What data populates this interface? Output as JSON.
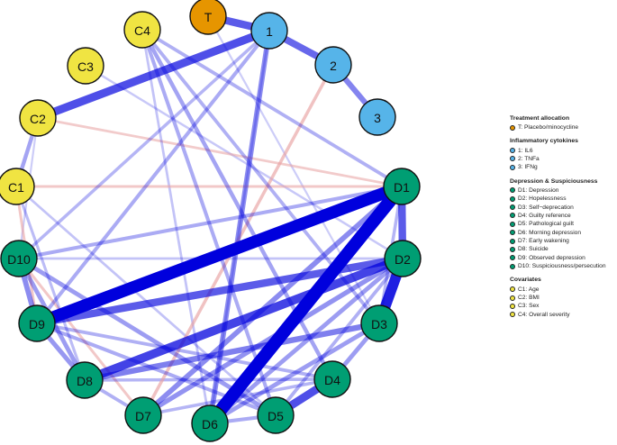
{
  "colors": {
    "treatment": "#E69500",
    "cytokine": "#56B4E9",
    "symptom": "#009E73",
    "covariate": "#F0E442",
    "edge_positive": "#0000DD",
    "edge_negative": "#E8A0A0",
    "node_stroke": "#111111"
  },
  "nodes": [
    {
      "id": "T",
      "label": "T",
      "group": "treatment"
    },
    {
      "id": "1",
      "label": "1",
      "group": "cytokine"
    },
    {
      "id": "2",
      "label": "2",
      "group": "cytokine"
    },
    {
      "id": "3",
      "label": "3",
      "group": "cytokine"
    },
    {
      "id": "D1",
      "label": "D1",
      "group": "symptom"
    },
    {
      "id": "D2",
      "label": "D2",
      "group": "symptom"
    },
    {
      "id": "D3",
      "label": "D3",
      "group": "symptom"
    },
    {
      "id": "D4",
      "label": "D4",
      "group": "symptom"
    },
    {
      "id": "D5",
      "label": "D5",
      "group": "symptom"
    },
    {
      "id": "D6",
      "label": "D6",
      "group": "symptom"
    },
    {
      "id": "D7",
      "label": "D7",
      "group": "symptom"
    },
    {
      "id": "D8",
      "label": "D8",
      "group": "symptom"
    },
    {
      "id": "D9",
      "label": "D9",
      "group": "symptom"
    },
    {
      "id": "D10",
      "label": "D10",
      "group": "symptom"
    },
    {
      "id": "C1",
      "label": "C1",
      "group": "covariate"
    },
    {
      "id": "C2",
      "label": "C2",
      "group": "covariate"
    },
    {
      "id": "C3",
      "label": "C3",
      "group": "covariate"
    },
    {
      "id": "C4",
      "label": "C4",
      "group": "covariate"
    }
  ],
  "edges": [
    {
      "from": "D1",
      "to": "D6",
      "weight": 1.0,
      "sign": "positive"
    },
    {
      "from": "D1",
      "to": "D9",
      "weight": 0.95,
      "sign": "positive"
    },
    {
      "from": "D2",
      "to": "D3",
      "weight": 0.8,
      "sign": "positive"
    },
    {
      "from": "D1",
      "to": "D2",
      "weight": 0.55,
      "sign": "positive"
    },
    {
      "from": "C2",
      "to": "1",
      "weight": 0.6,
      "sign": "positive"
    },
    {
      "from": "T",
      "to": "1",
      "weight": 0.55,
      "sign": "positive"
    },
    {
      "from": "1",
      "to": "2",
      "weight": 0.5,
      "sign": "positive"
    },
    {
      "from": "2",
      "to": "3",
      "weight": 0.38,
      "sign": "positive"
    },
    {
      "from": "D2",
      "to": "D8",
      "weight": 0.65,
      "sign": "positive"
    },
    {
      "from": "D2",
      "to": "D9",
      "weight": 0.55,
      "sign": "positive"
    },
    {
      "from": "D4",
      "to": "D5",
      "weight": 0.6,
      "sign": "positive"
    },
    {
      "from": "D3",
      "to": "D8",
      "weight": 0.4,
      "sign": "positive"
    },
    {
      "from": "D1",
      "to": "D7",
      "weight": 0.35,
      "sign": "positive"
    },
    {
      "from": "D6",
      "to": "1",
      "weight": 0.35,
      "sign": "positive"
    },
    {
      "from": "D10",
      "to": "D9",
      "weight": 0.35,
      "sign": "positive"
    },
    {
      "from": "D9",
      "to": "D8",
      "weight": 0.3,
      "sign": "positive"
    },
    {
      "from": "D2",
      "to": "D7",
      "weight": 0.32,
      "sign": "positive"
    },
    {
      "from": "D2",
      "to": "D6",
      "weight": 0.28,
      "sign": "positive"
    },
    {
      "from": "D3",
      "to": "D6",
      "weight": 0.28,
      "sign": "positive"
    },
    {
      "from": "D3",
      "to": "D4",
      "weight": 0.28,
      "sign": "positive"
    },
    {
      "from": "D10",
      "to": "D5",
      "weight": 0.28,
      "sign": "positive"
    },
    {
      "from": "C4",
      "to": "D4",
      "weight": 0.25,
      "sign": "positive"
    },
    {
      "from": "C4",
      "to": "D5",
      "weight": 0.22,
      "sign": "positive"
    },
    {
      "from": "C4",
      "to": "D3",
      "weight": 0.2,
      "sign": "positive"
    },
    {
      "from": "C4",
      "to": "D1",
      "weight": 0.2,
      "sign": "positive"
    },
    {
      "from": "1",
      "to": "D9",
      "weight": 0.22,
      "sign": "positive"
    },
    {
      "from": "1",
      "to": "D10",
      "weight": 0.18,
      "sign": "positive"
    },
    {
      "from": "D10",
      "to": "D1",
      "weight": 0.22,
      "sign": "positive"
    },
    {
      "from": "D10",
      "to": "D8",
      "weight": 0.28,
      "sign": "positive"
    },
    {
      "from": "D9",
      "to": "D5",
      "weight": 0.22,
      "sign": "positive"
    },
    {
      "from": "D9",
      "to": "D4",
      "weight": 0.2,
      "sign": "positive"
    },
    {
      "from": "D8",
      "to": "D7",
      "weight": 0.2,
      "sign": "positive"
    },
    {
      "from": "D7",
      "to": "D4",
      "weight": 0.18,
      "sign": "positive"
    },
    {
      "from": "D6",
      "to": "D5",
      "weight": 0.22,
      "sign": "positive"
    },
    {
      "from": "D2",
      "to": "D5",
      "weight": 0.2,
      "sign": "positive"
    },
    {
      "from": "D1",
      "to": "D3",
      "weight": 0.18,
      "sign": "positive"
    },
    {
      "from": "D8",
      "to": "D4",
      "weight": 0.18,
      "sign": "positive"
    },
    {
      "from": "C1",
      "to": "C2",
      "weight": 0.25,
      "sign": "positive"
    },
    {
      "from": "C1",
      "to": "D8",
      "weight": 0.15,
      "sign": "positive"
    },
    {
      "from": "C1",
      "to": "D5",
      "weight": 0.12,
      "sign": "positive"
    },
    {
      "from": "C2",
      "to": "D1",
      "weight": 0.12,
      "sign": "negative"
    },
    {
      "from": "2",
      "to": "D7",
      "weight": 0.18,
      "sign": "negative"
    },
    {
      "from": "C1",
      "to": "D1",
      "weight": 0.14,
      "sign": "negative"
    },
    {
      "from": "C1",
      "to": "D9",
      "weight": 0.14,
      "sign": "negative"
    },
    {
      "from": "D10",
      "to": "D7",
      "weight": 0.14,
      "sign": "negative"
    },
    {
      "from": "D10",
      "to": "D2",
      "weight": 0.12,
      "sign": "positive"
    },
    {
      "from": "C4",
      "to": "D6",
      "weight": 0.12,
      "sign": "positive"
    },
    {
      "from": "1",
      "to": "D6",
      "weight": 0.1,
      "sign": "positive"
    },
    {
      "from": "C3",
      "to": "D2",
      "weight": 0.1,
      "sign": "positive"
    },
    {
      "from": "T",
      "to": "D3",
      "weight": 0.08,
      "sign": "positive"
    },
    {
      "from": "C2",
      "to": "D10",
      "weight": 0.08,
      "sign": "positive"
    }
  ],
  "legend": [
    {
      "title": "Treatment allocation",
      "group": "treatment",
      "items": [
        "T: Placebo/minocycline"
      ]
    },
    {
      "title": "Inflammatory cytokines",
      "group": "cytokine",
      "items": [
        "1: IL6",
        "2: TNFa",
        "3: IFNg"
      ]
    },
    {
      "title": "Depression & Suspiciousness",
      "group": "symptom",
      "items": [
        "D1: Depression",
        "D2: Hopelessness",
        "D3: Self−deprecation",
        "D4: Guilty reference",
        "D5: Pathological guilt",
        "D6: Morning depression",
        "D7: Early wakening",
        "D8: Suicide",
        "D9: Observed depression",
        "D10: Suspiciousness/persecution"
      ]
    },
    {
      "title": "Covariates",
      "group": "covariate",
      "items": [
        "C1: Age",
        "C2: BMI",
        "C3: Sex",
        "C4: Overall severity"
      ]
    }
  ]
}
